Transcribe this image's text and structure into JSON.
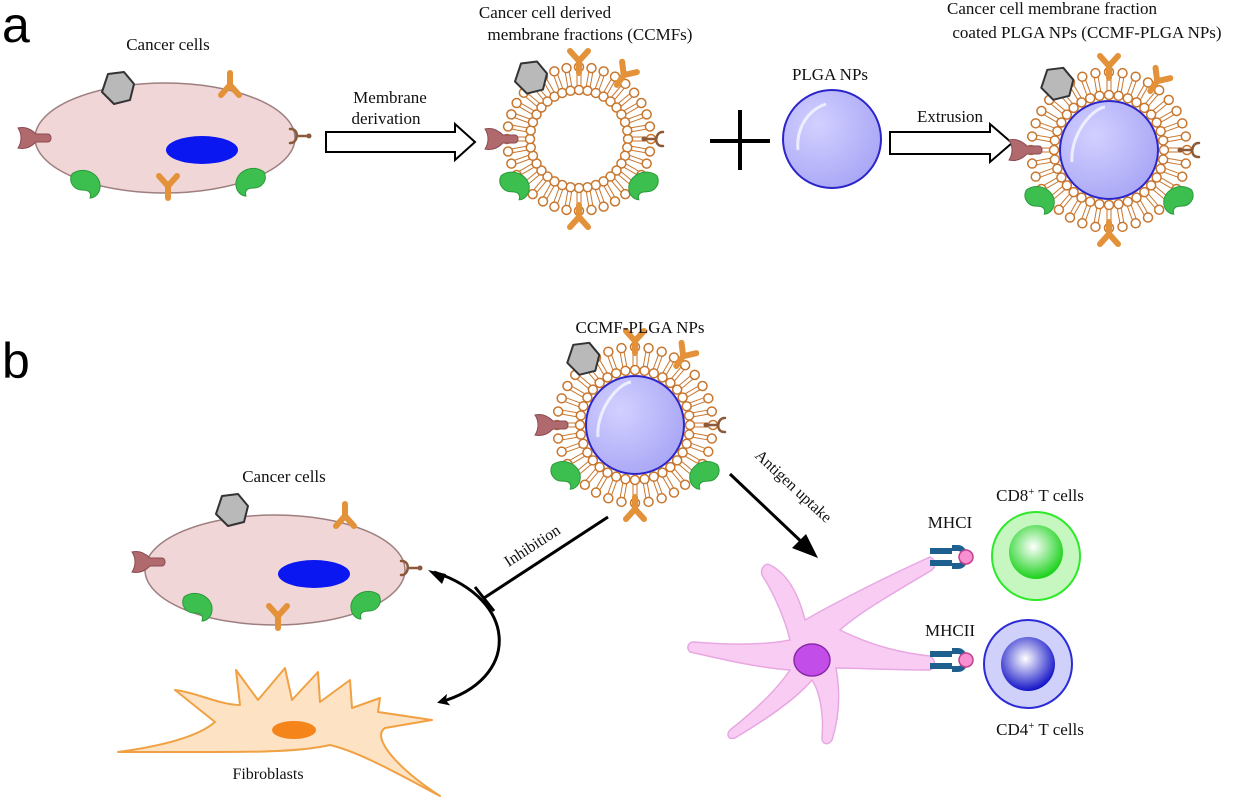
{
  "panels": {
    "a": "a",
    "b": "b"
  },
  "panel_a": {
    "cancer_cells": "Cancer cells",
    "membrane_derivation_1": "Membrane",
    "membrane_derivation_2": "derivation",
    "ccmf_title_1": "Cancer cell derived",
    "ccmf_title_2": "membrane fractions (CCMFs)",
    "plga_nps": "PLGA NPs",
    "extrusion": "Extrusion",
    "coated_title_1": "Cancer cell membrane fraction",
    "coated_title_2": "coated PLGA NPs (CCMF-PLGA NPs)"
  },
  "panel_b": {
    "ccmf_plga": "CCMF-PLGA NPs",
    "cancer_cells": "Cancer cells",
    "inhibition": "Inhibition",
    "antigen_uptake": "Antigen uptake",
    "fibroblasts": "Fibroblasts",
    "mhci": "MHCI",
    "mhcii": "MHCII",
    "cd8_prefix": "CD8",
    "cd8_sup": "+",
    "cd8_suffix": " T cells",
    "cd4_prefix": "CD4",
    "cd4_sup": "+",
    "cd4_suffix": " T cells"
  },
  "colors": {
    "cancer_cell_fill": "#f1d6d8",
    "nucleus": "#0a17f0",
    "lipid_head": "#ffffff",
    "lipid_stroke": "#c8762e",
    "plga_fill": "#b7b4fb",
    "plga_stroke": "#2b25c9",
    "protein_orange": "#e3923a",
    "protein_green": "#3cbf4e",
    "protein_gray": "#b9b9b9",
    "protein_mauve": "#b06a6e",
    "fibroblast_fill": "#fde3c4",
    "fibroblast_stroke": "#f0a143",
    "fibroblast_nucleus": "#f5841b",
    "dendritic_fill": "#f9cdf3",
    "dendritic_nucleus": "#c34de8",
    "cd8_cell": "#2ee82a",
    "cd4_cell": "#2b2bd6",
    "mhc_blue": "#1d5f8e",
    "peptide_pink": "#f78fd0"
  },
  "icons": [
    "lipid-bilayer-icon",
    "receptor-protein-icon",
    "plus-icon",
    "arrow-icon"
  ]
}
